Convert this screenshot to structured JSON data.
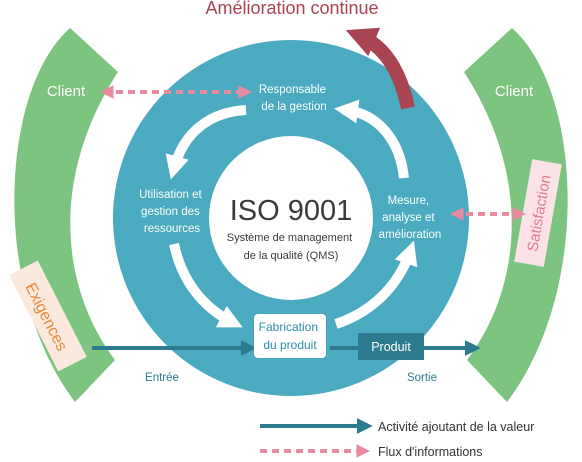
{
  "title": "Amélioration continue",
  "left_client": "Client",
  "right_client": "Client",
  "exigences": "Exigences",
  "satisfaction": "Satisfaction",
  "center": {
    "main": "ISO 9001",
    "sub_line1": "Système de management",
    "sub_line2": "de la qualité (QMS)"
  },
  "steps": {
    "top": [
      "Responsable",
      "de la gestion"
    ],
    "left": [
      "Utilisation et",
      "gestion des",
      "ressources"
    ],
    "right": [
      "Mesure,",
      "analyse et",
      "amélioration"
    ],
    "bottom": [
      "Fabrication",
      "du produit"
    ]
  },
  "produit": "Produit",
  "entree": "Entrée",
  "sortie": "Sortie",
  "legend": {
    "value_activity": "Activité ajoutant de la valeur",
    "info_flow": "Flux d'informations"
  },
  "colors": {
    "green": "#7cc47f",
    "teal_circle": "#49aac0",
    "inner_white": "#ffffff",
    "arrow_white": "#ffffff",
    "dark_teal": "#2d7b8f",
    "pink_dashed": "#e98aa0",
    "maroon": "#a94453",
    "exigences_bg": "#fbe9de",
    "exigences_text": "#e98a3a",
    "satisfaction_bg": "#fbe2e6",
    "satisfaction_text": "#e07a8e"
  }
}
